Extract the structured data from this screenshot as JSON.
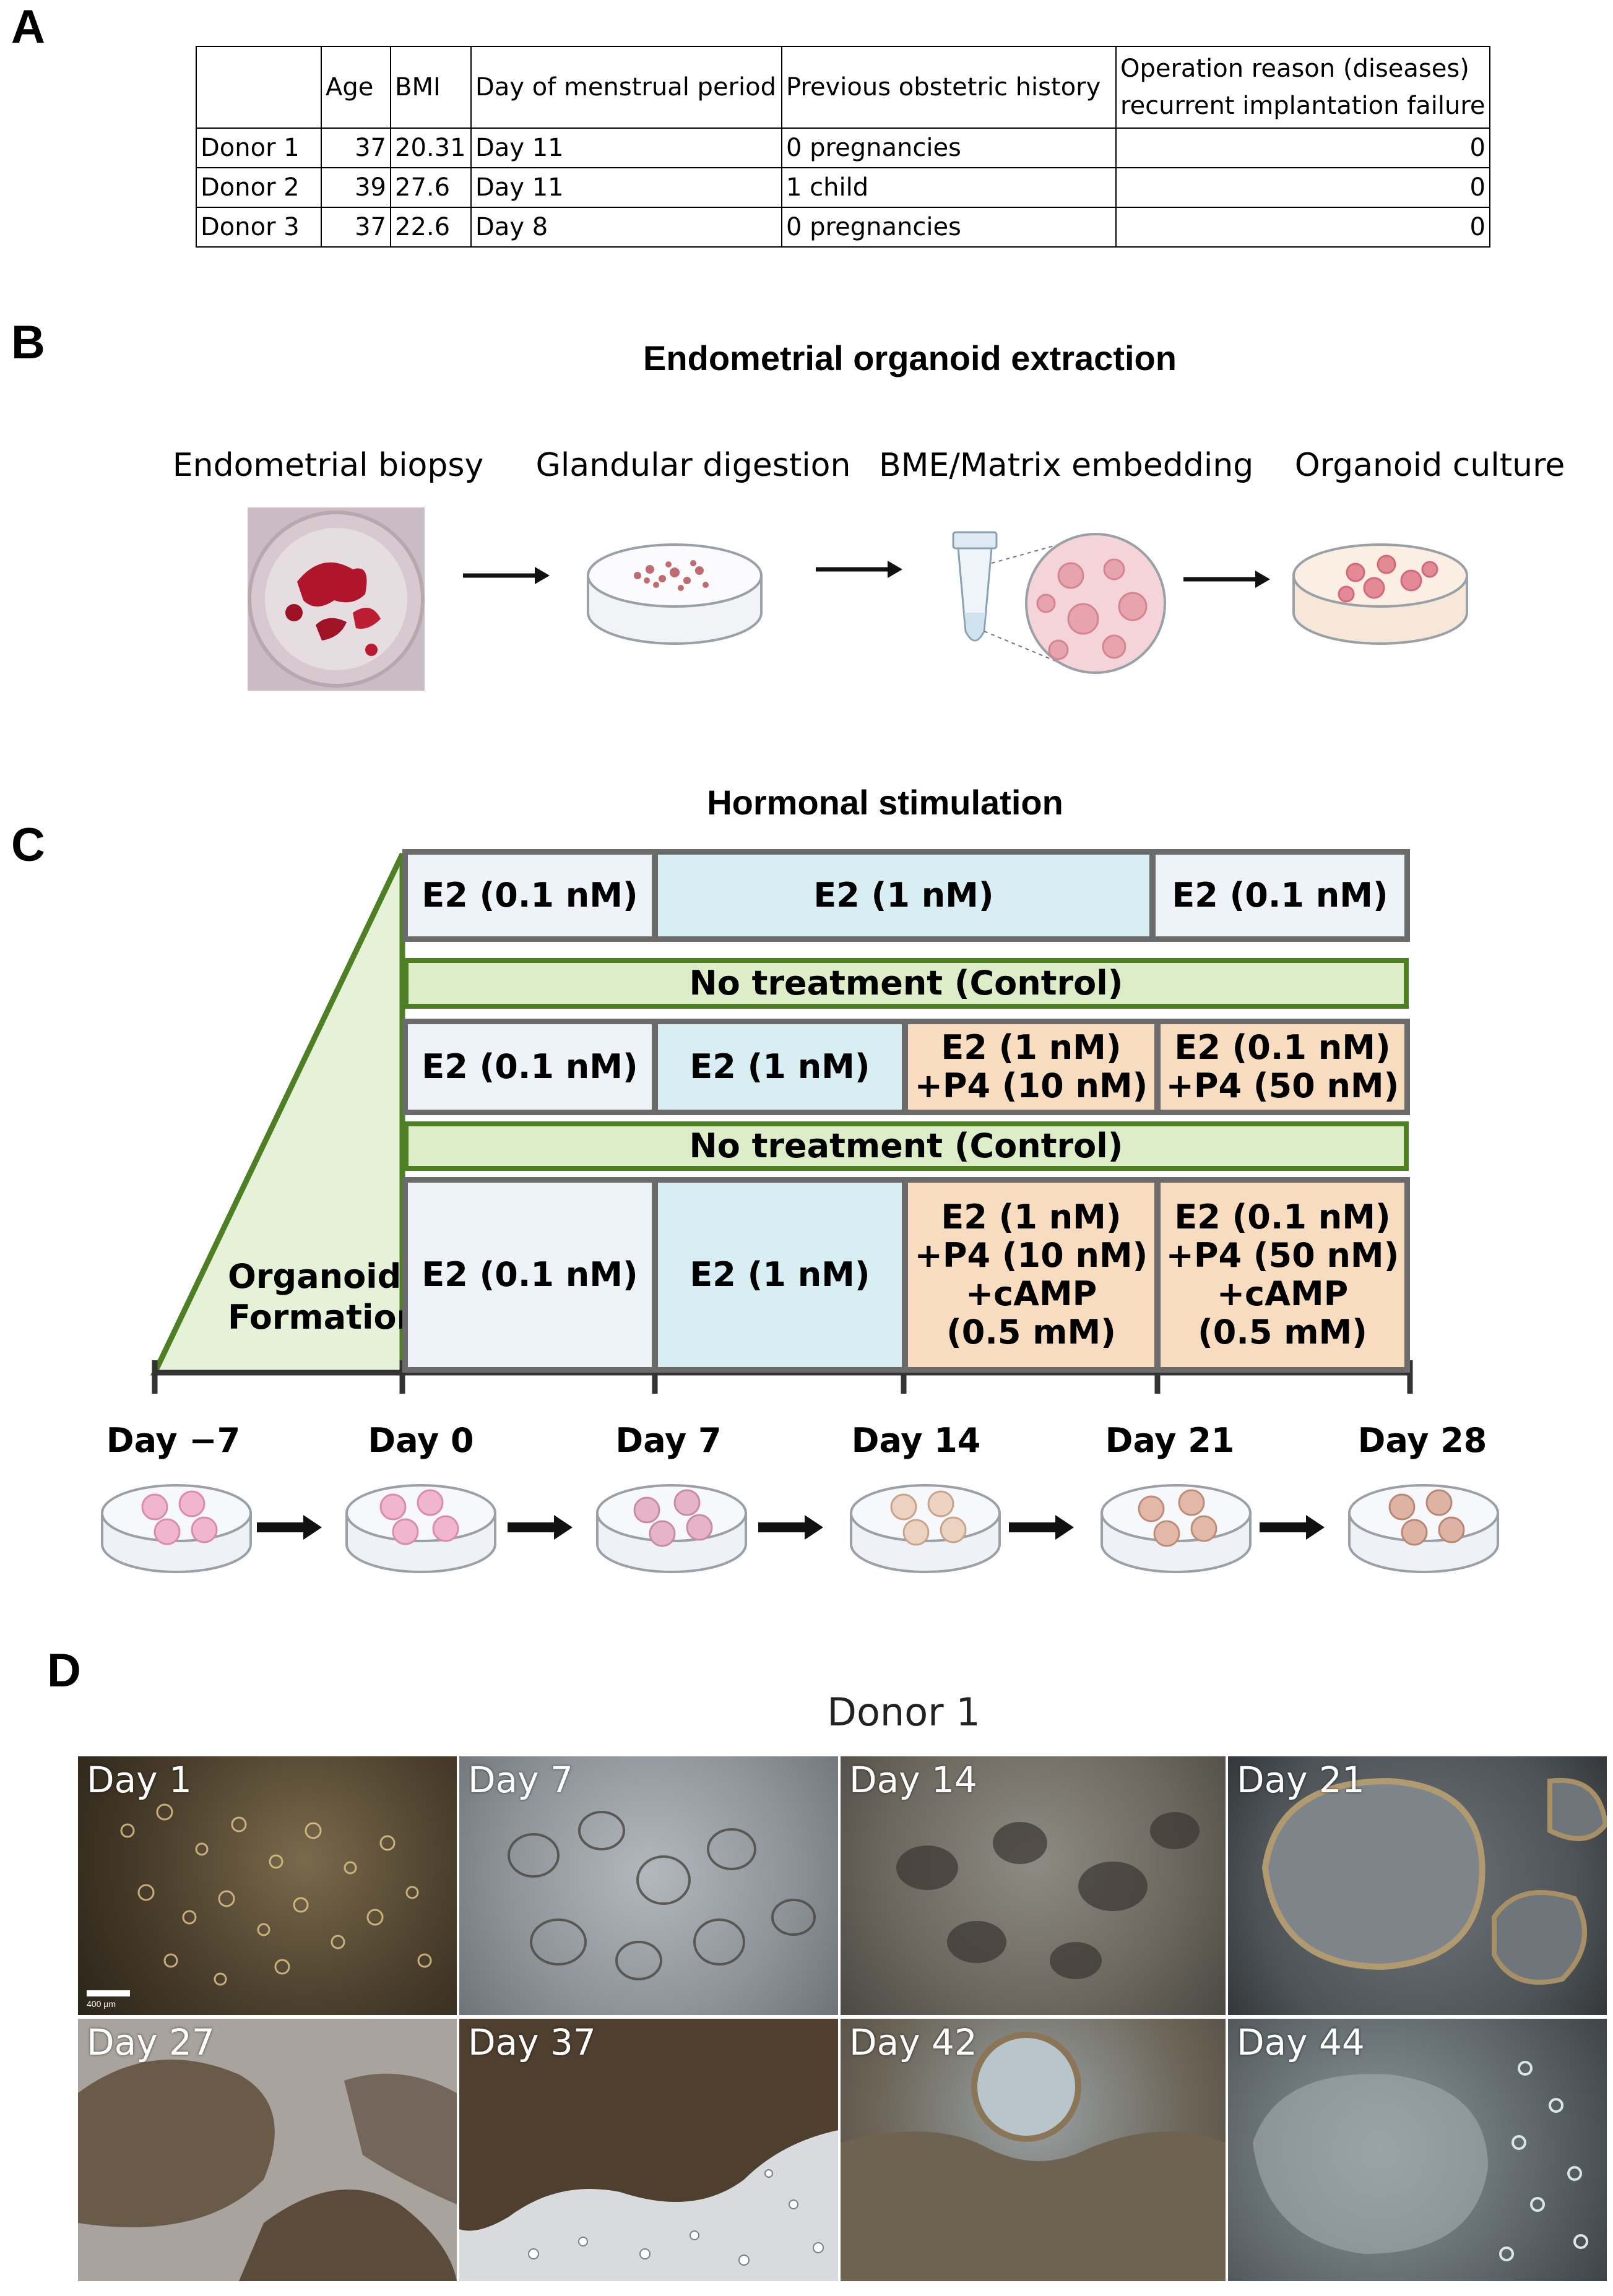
{
  "panel_a": {
    "letter": "A",
    "headers": [
      "",
      "Age",
      "BMI",
      "Day of menstrual period",
      "Previous obstetric history",
      "Operation reason (diseases)",
      "recurrent implantation failure"
    ],
    "rows": [
      {
        "donor": "Donor 1",
        "age": "37",
        "bmi": "20.31",
        "day": "Day 11",
        "history": "0 pregnancies",
        "reason": "0"
      },
      {
        "donor": "Donor 2",
        "age": "39",
        "bmi": "27.6",
        "day": "Day 11",
        "history": "1 child",
        "reason": "0"
      },
      {
        "donor": "Donor 3",
        "age": "37",
        "bmi": "22.6",
        "day": "Day 8",
        "history": "0 pregnancies",
        "reason": "0"
      }
    ]
  },
  "panel_b": {
    "letter": "B",
    "title": "Endometrial organoid extraction",
    "steps": [
      "Endometrial biopsy",
      "Glandular digestion",
      "BME/Matrix embedding",
      "Organoid culture"
    ]
  },
  "panel_c": {
    "letter": "C",
    "title": "Hormonal stimulation",
    "formation": "Organoid Formation",
    "row1": {
      "a": "E2 (0.1 nM)",
      "b": "E2 (1 nM)",
      "c": "E2 (0.1 nM)"
    },
    "control1": "No treatment (Control)",
    "row3": {
      "a": "E2 (0.1 nM)",
      "b": "E2 (1 nM)",
      "c1": "E2 (1 nM)",
      "c2": "+P4 (10 nM)",
      "d1": "E2 (0.1 nM)",
      "d2": "+P4 (50 nM)"
    },
    "control2": "No treatment (Control)",
    "row5": {
      "a": "E2 (0.1 nM)",
      "b": "E2 (1 nM)",
      "c1": "E2 (1 nM)",
      "c2": "+P4 (10 nM)",
      "c3": "+cAMP",
      "c4": "(0.5 mM)",
      "d1": "E2 (0.1 nM)",
      "d2": "+P4 (50 nM)",
      "d3": "+cAMP",
      "d4": "(0.5 mM)"
    },
    "days": [
      "Day −7",
      "Day 0",
      "Day 7",
      "Day 14",
      "Day 21",
      "Day 28"
    ]
  },
  "panel_d": {
    "letter": "D",
    "title": "Donor 1",
    "scale": "400 µm",
    "images": [
      "Day 1",
      "Day 7",
      "Day 14",
      "Day 21",
      "Day 27",
      "Day 37",
      "Day 42",
      "Day 44"
    ]
  }
}
